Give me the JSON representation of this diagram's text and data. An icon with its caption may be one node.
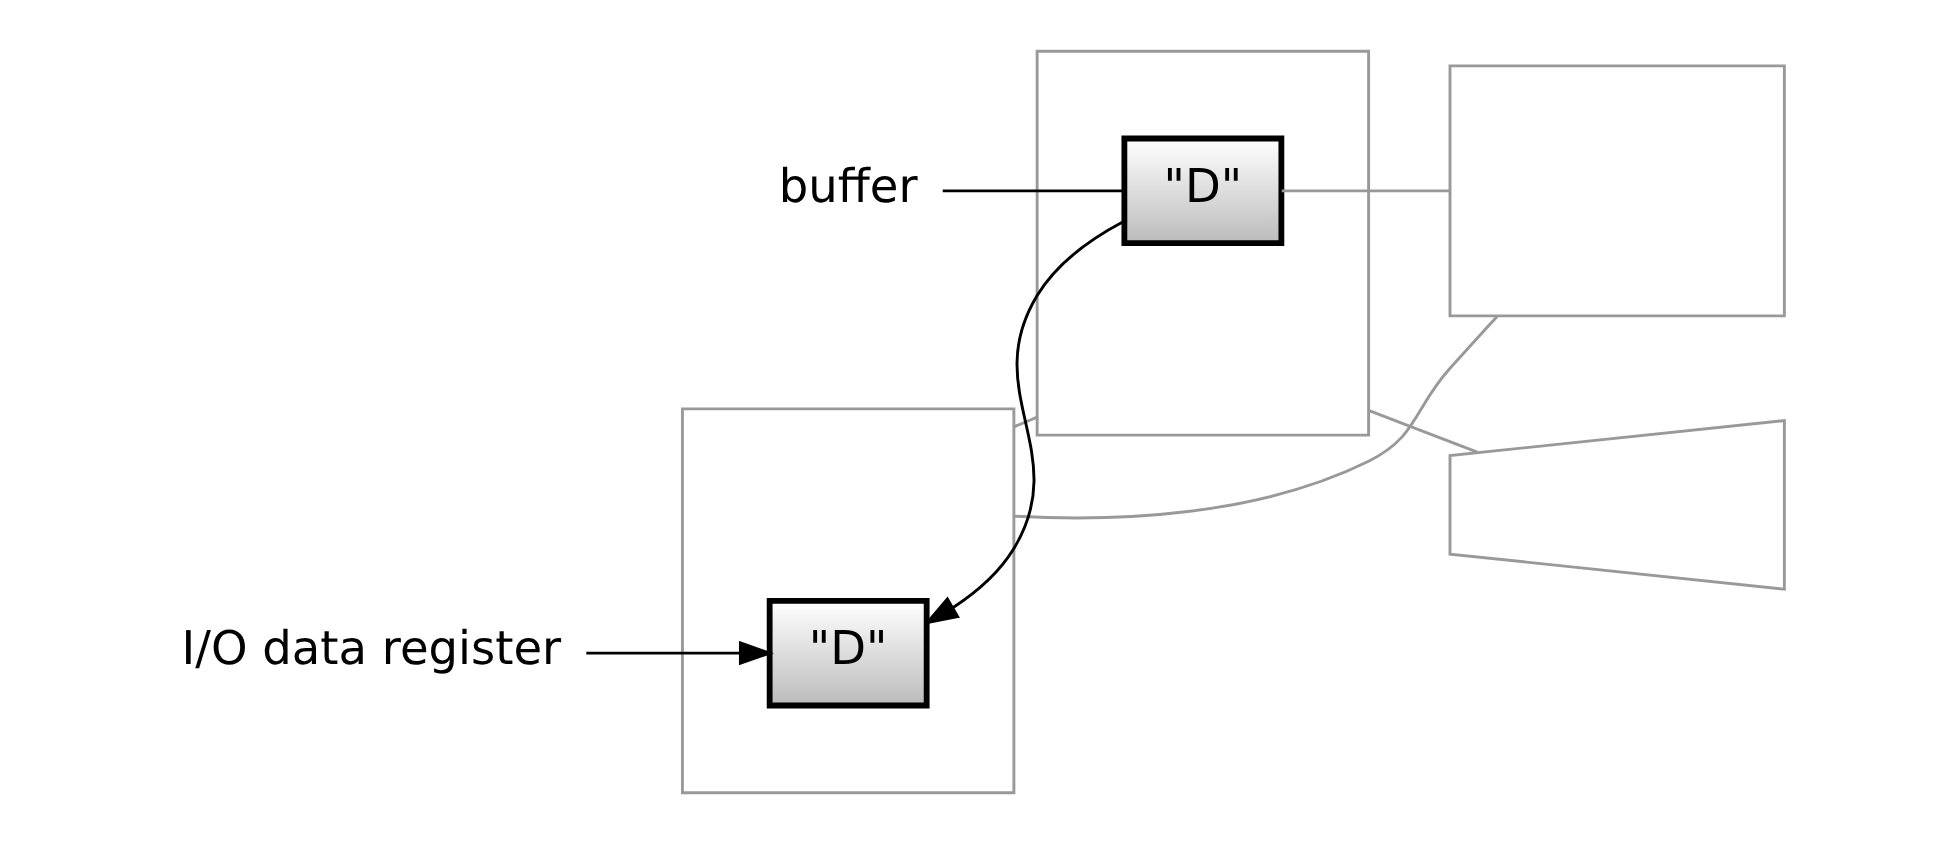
{
  "diagram": {
    "nodes": [
      {
        "text": [
          "I/O data register"
        ]
      },
      {
        "text": [],
        "shape": "box"
      },
      {
        "text": [
          "\"D\""
        ],
        "in": 1
      },
      {
        "text": [
          "buffer"
        ]
      },
      {
        "text": [],
        "shape": "box"
      },
      {
        "text": [
          "\"D\""
        ],
        "in": 4
      },
      {
        "text": [],
        "shape": "box"
      },
      {
        "text": [],
        "shape": "trapezoid"
      }
    ],
    "edges": [
      {
        "from": 0,
        "to": 2,
        "arrow": "to",
        "color": "#000000"
      },
      {
        "from": 3,
        "to": 5,
        "arrow": "none",
        "color": "#000000"
      },
      {
        "from": 5,
        "to": 2,
        "arrow": "to",
        "color": "#000000"
      },
      {
        "from": 1,
        "to": 4,
        "arrow": "none",
        "color": "#999999"
      },
      {
        "from": 1,
        "to": 6,
        "arrow": "none",
        "color": "#999999"
      },
      {
        "from": 5,
        "to": 6,
        "arrow": "none",
        "color": "#999999"
      },
      {
        "from": 4,
        "to": 7,
        "arrow": "none",
        "color": "#999999"
      }
    ]
  }
}
